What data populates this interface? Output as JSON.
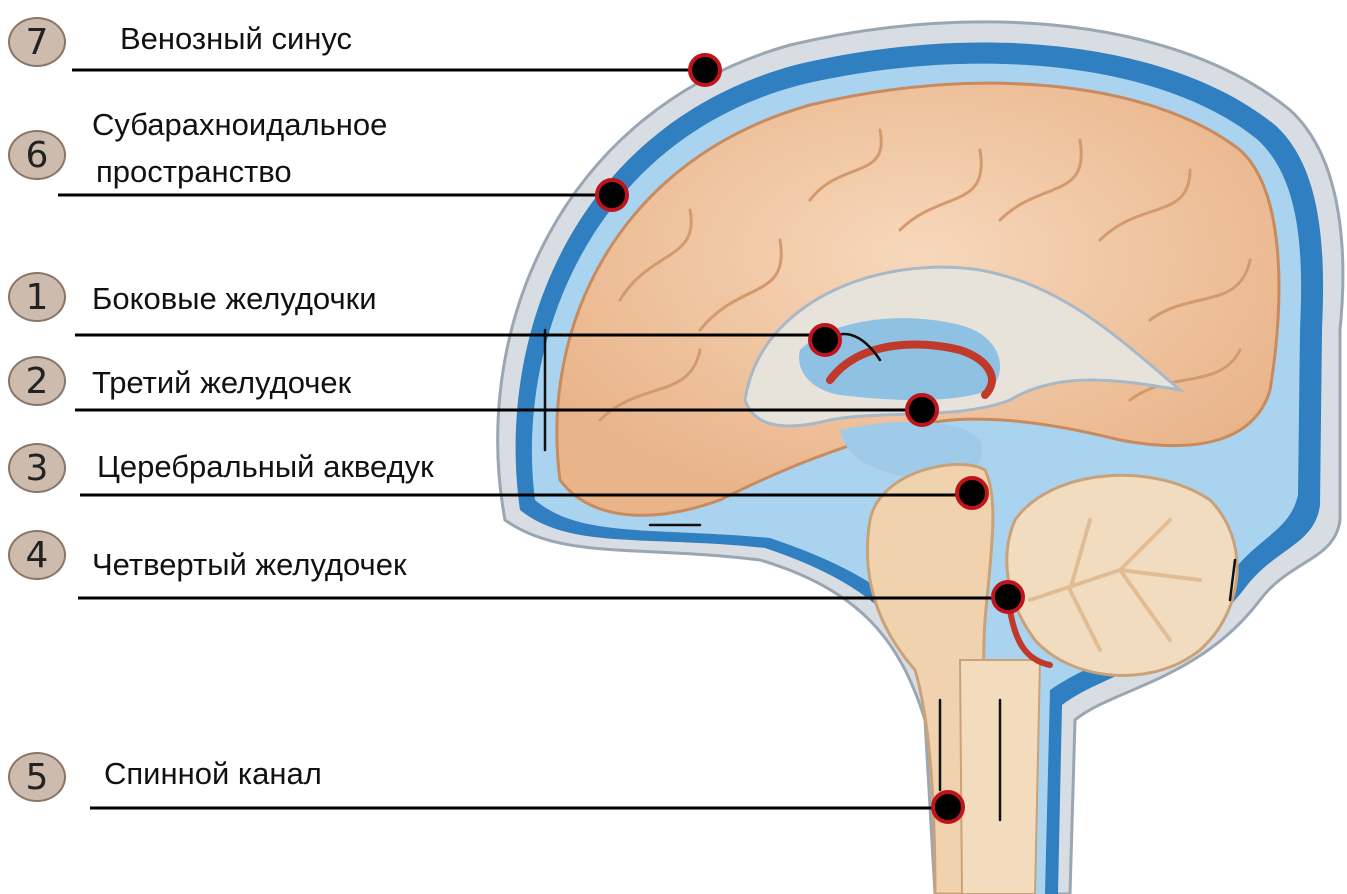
{
  "labels": [
    {
      "num": "7",
      "text": "Венозный синус"
    },
    {
      "num": "6",
      "text_line1": "Субарахноидальное",
      "text_line2": "пространство"
    },
    {
      "num": "1",
      "text": "Боковые желудочки"
    },
    {
      "num": "2",
      "text": "Третий желудочек"
    },
    {
      "num": "3",
      "text": "Церебральный акведук"
    },
    {
      "num": "4",
      "text": "Четвертый желудочек"
    },
    {
      "num": "5",
      "text": "Спинной канал"
    }
  ],
  "colors": {
    "csf_blue": "#2f7fc1",
    "csf_light": "#a9d3ee",
    "brain": "#f2c9a5",
    "marker_ring": "#c0141b",
    "marker_fill": "#000000",
    "badge": "#cdbcae"
  }
}
